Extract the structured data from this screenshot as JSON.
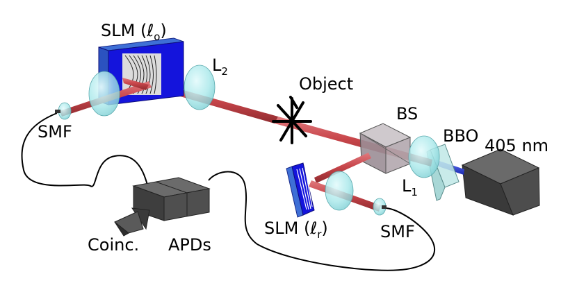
{
  "labels": {
    "slm_object": {
      "text": "SLM (",
      "symbol": "ℓ",
      "sub": "o",
      "close": ")"
    },
    "slm_reference": {
      "text": "SLM (",
      "symbol": "ℓ",
      "sub": "r",
      "close": ")"
    },
    "lens_2": {
      "text": "L",
      "sub": "2"
    },
    "lens_1": {
      "text": "L",
      "sub": "1"
    },
    "object": "Object",
    "beam_splitter": "BS",
    "crystal": "BBO",
    "laser": "405 nm",
    "fiber_left": "SMF",
    "fiber_right": "SMF",
    "coincidence": "Coinc.",
    "detectors": "APDs"
  },
  "colors": {
    "beam": "#c8464b",
    "pump_beam": "#2b3fd6",
    "slm_face": "#1414dc",
    "lens": "#a8e8ea",
    "box_dark": "#4a4a4a"
  }
}
